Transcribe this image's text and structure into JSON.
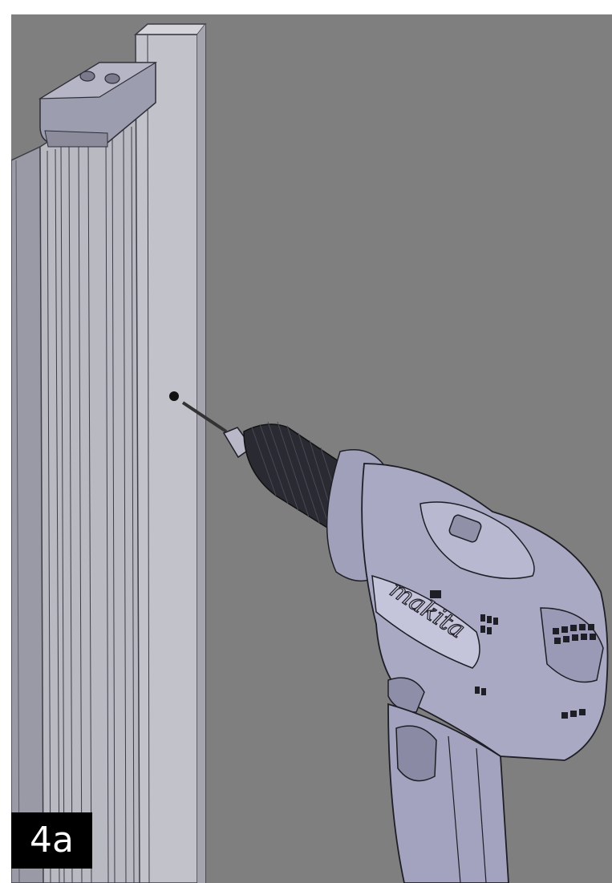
{
  "step": {
    "label": "4a"
  },
  "drill": {
    "brand": "makita"
  },
  "colors": {
    "background": "#7f7f7f",
    "profile_face": "#b4b4bc",
    "profile_edge": "#3c3c46",
    "drill_body": "#a9a9c4",
    "drill_dark": "#1e1e26",
    "marker": "#111111",
    "label_bg": "#000000",
    "label_text": "#ffffff"
  },
  "icons": [
    "drill-illustration",
    "wall-profile-illustration",
    "drill-point-marker"
  ]
}
